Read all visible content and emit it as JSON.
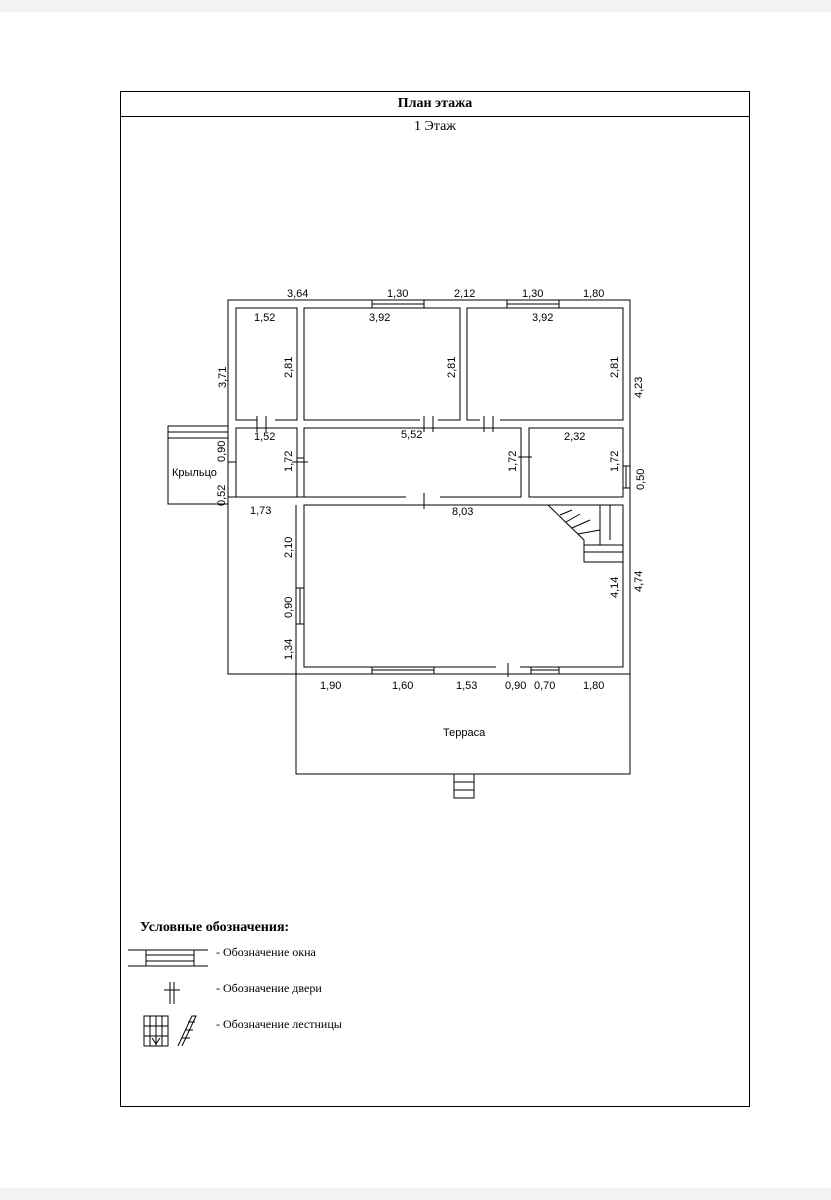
{
  "header": {
    "title": "План этажа",
    "floor": "1 Этаж"
  },
  "rooms": {
    "porch": "Крыльцо",
    "terrace": "Терраса"
  },
  "dimensions": {
    "top_3_64": "3,64",
    "top_1_30_a": "1,30",
    "top_2_12": "2,12",
    "top_1_30_b": "1,30",
    "top_1_80": "1,80",
    "r1_width": "1,52",
    "r1_height": "2,81",
    "r2_width": "3,92",
    "r2_height": "2,81",
    "r3_width": "3,92",
    "r3_height": "2,81",
    "left_3_71": "3,71",
    "right_4_23": "4,23",
    "r4_width": "1,52",
    "r4_height": "1,72",
    "porch_0_90": "0,90",
    "porch_0_52": "0,52",
    "r5_width": "5,52",
    "r5_h_left": "1,72",
    "r5_h_right": "1,72",
    "r6_width": "2,32",
    "r6_height": "1,72",
    "right_0_50": "0,50",
    "mid_1_73": "1,73",
    "hall_8_03": "8,03",
    "left_2_10": "2,10",
    "left_0_90": "0,90",
    "left_1_34": "1,34",
    "hall_4_14": "4,14",
    "right_4_74": "4,74",
    "bot_1_90": "1,90",
    "bot_1_60": "1,60",
    "bot_1_53": "1,53",
    "bot_0_90": "0,90",
    "bot_0_70": "0,70",
    "bot_1_80": "1,80"
  },
  "legend": {
    "title": "Условные обозначения:",
    "window": "- Обозначение окна",
    "door": "- Обозначение двери",
    "stairs": "- Обозначение лестницы"
  }
}
